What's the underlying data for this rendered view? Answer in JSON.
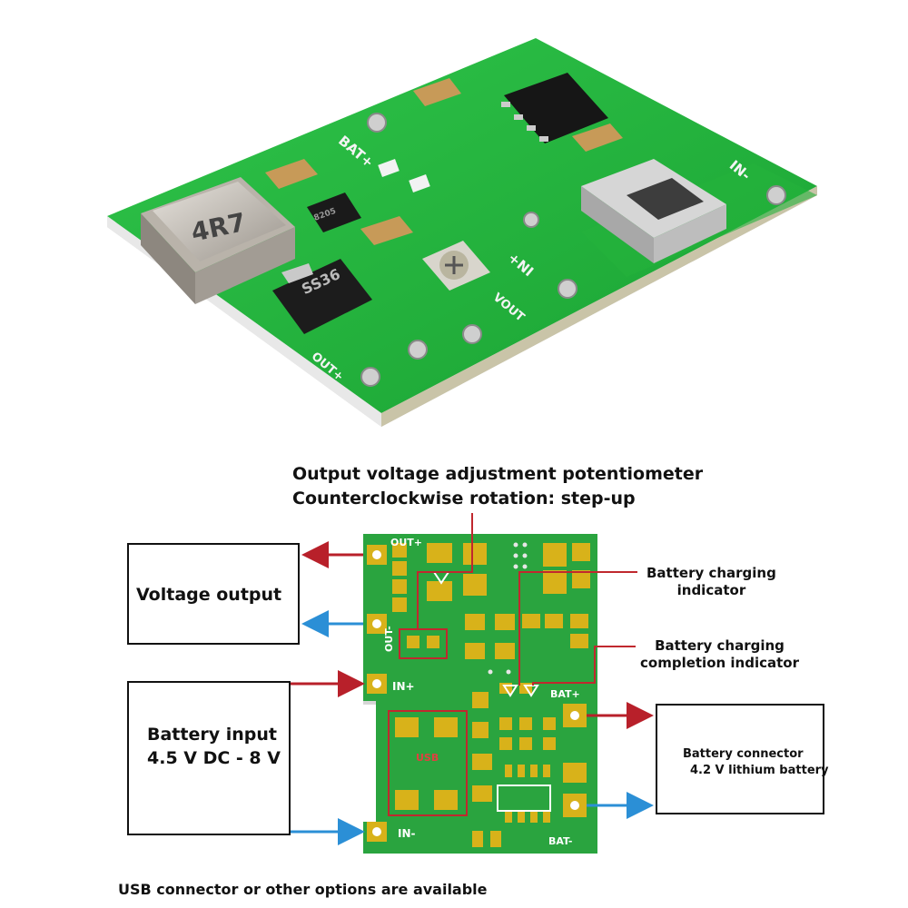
{
  "photo": {
    "inductor_marking": "4R7",
    "diode_marking": "SS36",
    "ic_marking": "8205",
    "silk_bat": "BAT+",
    "silk_in_pos": "+NI",
    "silk_in_neg": "IN-",
    "silk_out_pos": "OUT+",
    "silk_out": "VOUT"
  },
  "diagram": {
    "pot_title_1": "Output voltage adjustment potentiometer",
    "pot_title_2": "Counterclockwise rotation: step-up",
    "voltage_output": "Voltage output",
    "battery_input_1": "Battery input",
    "battery_input_2": "4.5 V DC - 8 V",
    "charging_indicator_1": "Battery charging",
    "charging_indicator_2": "indicator",
    "completion_indicator_1": "Battery charging",
    "completion_indicator_2": "completion indicator",
    "battery_connector_1": "Battery connector",
    "battery_connector_2": "4.2 V lithium battery",
    "pcb_out_pos": "OUT+",
    "pcb_out_neg": "OUT-",
    "pcb_in_pos": "IN+",
    "pcb_in_neg": "IN-",
    "pcb_bat_pos": "BAT+",
    "pcb_bat_neg": "BAT-",
    "pcb_usb": "USB"
  },
  "footer": "USB connector or other options are available",
  "colors": {
    "pcb_green": "#23b33a",
    "pcb_dark": "#0f7a25",
    "pad_gold": "#d8b21a",
    "arrow_red": "#b8202a",
    "arrow_blue": "#2b8fd6",
    "callout_red": "#c0282e"
  }
}
